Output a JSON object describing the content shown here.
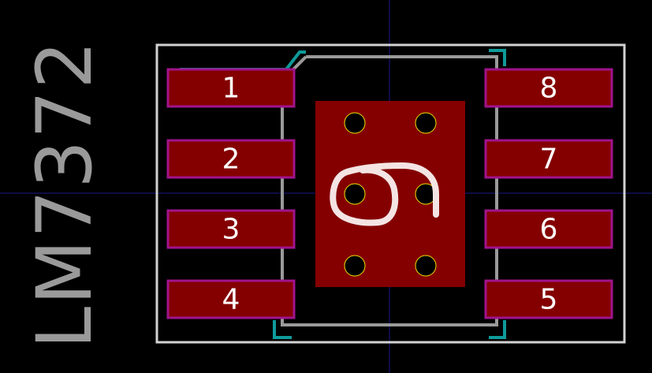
{
  "footprint": {
    "reference": "LM7372",
    "pads_left": [
      "1",
      "2",
      "3",
      "4"
    ],
    "pads_right": [
      "8",
      "7",
      "6",
      "5"
    ]
  },
  "colors": {
    "background": "#000000",
    "pad_fill": "#840000",
    "pad_outline": "#a0138c",
    "courtyard": "#d2d2d2",
    "fab_outline": "#9a9a9a",
    "silkscreen": "#0f9a9a",
    "text_ref": "#9a9a9a",
    "pad_text": "#ffffff",
    "crosshair": "#1a1a8a",
    "via_ring": "#f0e000",
    "logo": "#f4e4e4"
  }
}
